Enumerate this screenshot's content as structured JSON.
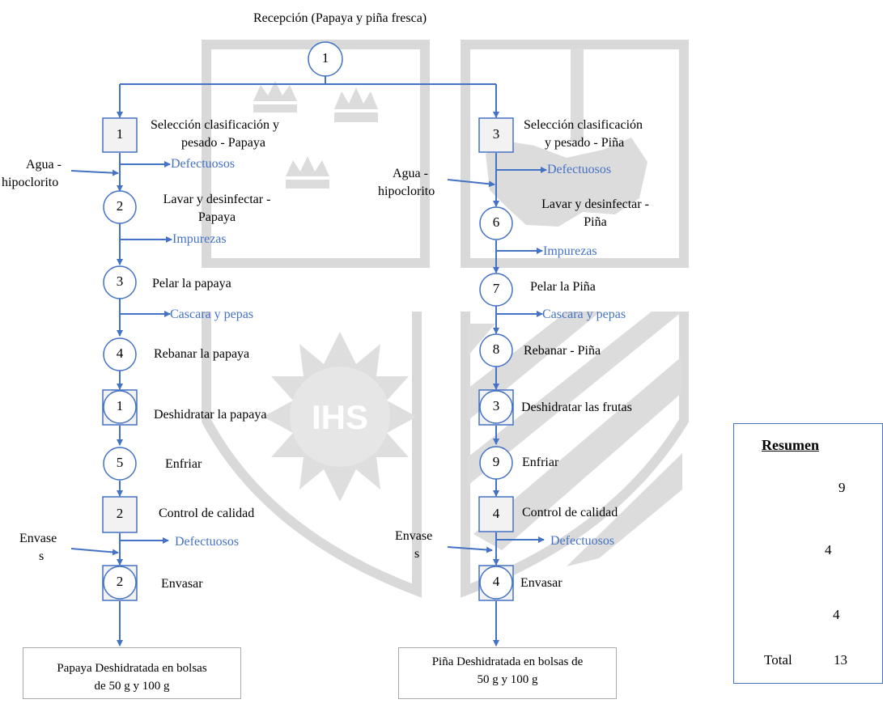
{
  "watermark": {
    "text": "IHS"
  },
  "header": {
    "reception": "Recepción (Papaya y piña fresca)",
    "reception_num": "1"
  },
  "papaya": {
    "step1": {
      "num": "1",
      "line1": "Selección clasificación y",
      "line2": "pesado - Papaya"
    },
    "agua": {
      "line1": "Agua -",
      "line2": "hipoclorito"
    },
    "out1": "Defectuosos",
    "step2": {
      "num": "2",
      "line1": "Lavar y desinfectar -",
      "line2": "Papaya"
    },
    "out2": "Impurezas",
    "step3": {
      "num": "3",
      "label": "Pelar la papaya"
    },
    "out3": "Cascara y pepas",
    "step4": {
      "num": "4",
      "label": "Rebanar la papaya"
    },
    "step5": {
      "num": "1",
      "label": "Deshidratar la papaya"
    },
    "step6": {
      "num": "5",
      "label": "Enfriar"
    },
    "step7": {
      "num": "2",
      "label": "Control de calidad"
    },
    "envases": {
      "line1": "Envase",
      "line2": "s"
    },
    "out4": "Defectuosos",
    "step8": {
      "num": "2",
      "label": "Envasar"
    },
    "product": {
      "line1": "Papaya Deshidratada en bolsas",
      "line2": "de 50 g y 100 g"
    }
  },
  "pina": {
    "step1": {
      "num": "3",
      "line1": "Selección clasificación",
      "line2": "y pesado - Piña"
    },
    "agua": {
      "line1": "Agua -",
      "line2": "hipoclorito"
    },
    "out1": "Defectuosos",
    "step2": {
      "num": "6",
      "line1": "Lavar y desinfectar -",
      "line2": "Piña"
    },
    "out2": "Impurezas",
    "step3": {
      "num": "7",
      "label": "Pelar la Piña"
    },
    "out3": "Cascara y pepas",
    "step4": {
      "num": "8",
      "label": "Rebanar - Piña"
    },
    "step5": {
      "num": "3",
      "label": "Deshidratar las frutas"
    },
    "step6": {
      "num": "9",
      "label": "Enfriar"
    },
    "step7": {
      "num": "4",
      "label": "Control de calidad"
    },
    "envases": {
      "line1": "Envase",
      "line2": "s"
    },
    "out4": "Defectuosos",
    "step8": {
      "num": "4",
      "label": "Envasar"
    },
    "product": {
      "line1": "Piña Deshidratada en bolsas de",
      "line2": "50 g y 100 g"
    }
  },
  "summary": {
    "title": "Resumen",
    "operations": "9",
    "inspections": "4",
    "combined": "4",
    "total_label": "Total",
    "total_value": "13"
  },
  "colors": {
    "line": "#4472c4",
    "watermark": "#d9d9d9",
    "outputs": "#4472c4"
  }
}
